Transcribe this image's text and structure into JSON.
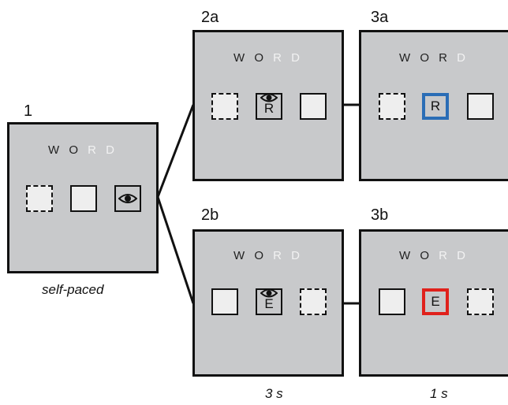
{
  "panels": {
    "p1": {
      "label": "1",
      "word": [
        "W",
        "O",
        "R",
        "D"
      ]
    },
    "p2a": {
      "label": "2a",
      "word": [
        "W",
        "O",
        "R",
        "D"
      ],
      "center_letter": "R"
    },
    "p3a": {
      "label": "3a",
      "word": [
        "W",
        "O",
        "R",
        "D"
      ],
      "center_letter": "R"
    },
    "p2b": {
      "label": "2b",
      "word": [
        "W",
        "O",
        "R",
        "D"
      ],
      "center_letter": "E"
    },
    "p3b": {
      "label": "3b",
      "word": [
        "W",
        "O",
        "R",
        "D"
      ],
      "center_letter": "E"
    }
  },
  "captions": {
    "self_paced": "self-paced",
    "three_s": "3 s",
    "one_s": "1 s"
  },
  "icons": {
    "gaze": "eye-icon"
  },
  "colors": {
    "panel_bg": "#c8c9cb",
    "correct_feedback": "#2a6db6",
    "incorrect_feedback": "#e0211c",
    "pending_letters": "#f2f2f2"
  }
}
